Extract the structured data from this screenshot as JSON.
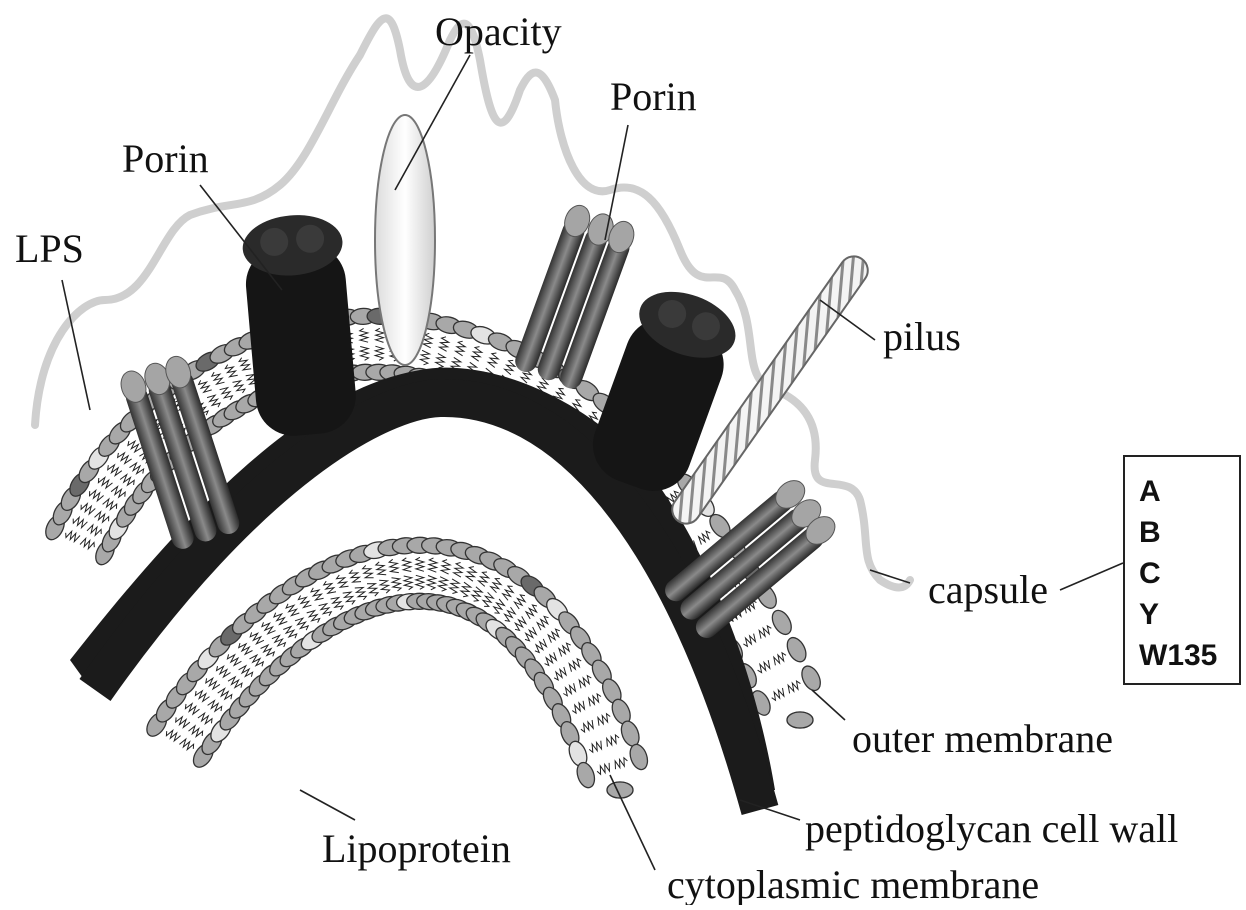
{
  "labels": {
    "opacity": "Opacity",
    "porin_left": "Porin",
    "porin_right": "Porin",
    "lps": "LPS",
    "pilus": "pilus",
    "capsule": "capsule",
    "outer_membrane": "outer membrane",
    "peptidoglycan": "peptidoglycan cell wall",
    "lipoprotein": "Lipoprotein",
    "cytoplasmic_membrane": "cytoplasmic membrane"
  },
  "serogroups": [
    "A",
    "B",
    "C",
    "Y",
    "W135"
  ],
  "colors": {
    "lipid_head": "#a8a8a8",
    "lipid_head_dark": "#6a6a6a",
    "lipoprotein_head": "#e3e3e3",
    "capsule": "#cfcfcf",
    "porin_dark": "#151515",
    "porin_grey": "#555555",
    "peptidoglycan": "#1b1b1b",
    "opacity_protein": "#eeeeee"
  }
}
